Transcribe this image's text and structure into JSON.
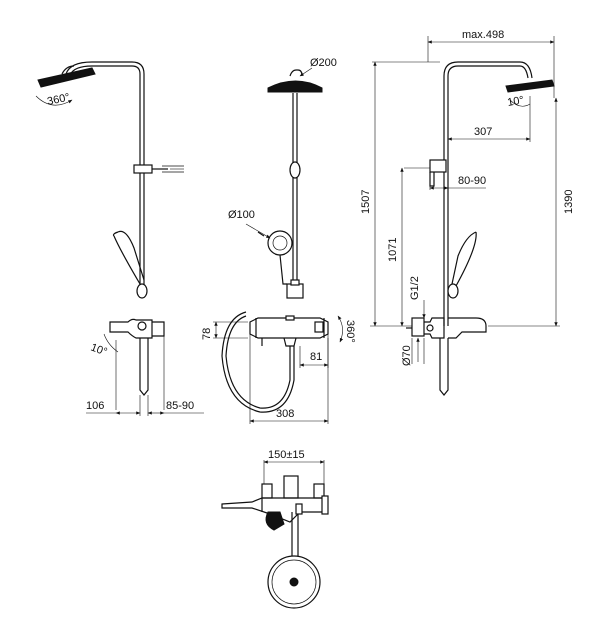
{
  "dimensions": {
    "rotation_360": "360°",
    "overhead_diameter": "Ø200",
    "hand_shower_diameter": "Ø100",
    "max_width": "max.498",
    "tilt_overhead": "10°",
    "arm_length": "307",
    "wall_distance": "80-90",
    "height_total": "1507",
    "height_rail": "1390",
    "height_bracket": "1071",
    "connection_thread": "G1/2",
    "rosette_diameter": "Ø70",
    "tilt_mixer": "10°",
    "mixer_depth": "106",
    "mixer_wall": "85-90",
    "mixer_height": "78",
    "mixer_offset": "81",
    "mixer_width": "308",
    "mixer_rotation": "360°",
    "centres": "150±15"
  },
  "colors": {
    "line": "#111111",
    "background": "#ffffff"
  }
}
